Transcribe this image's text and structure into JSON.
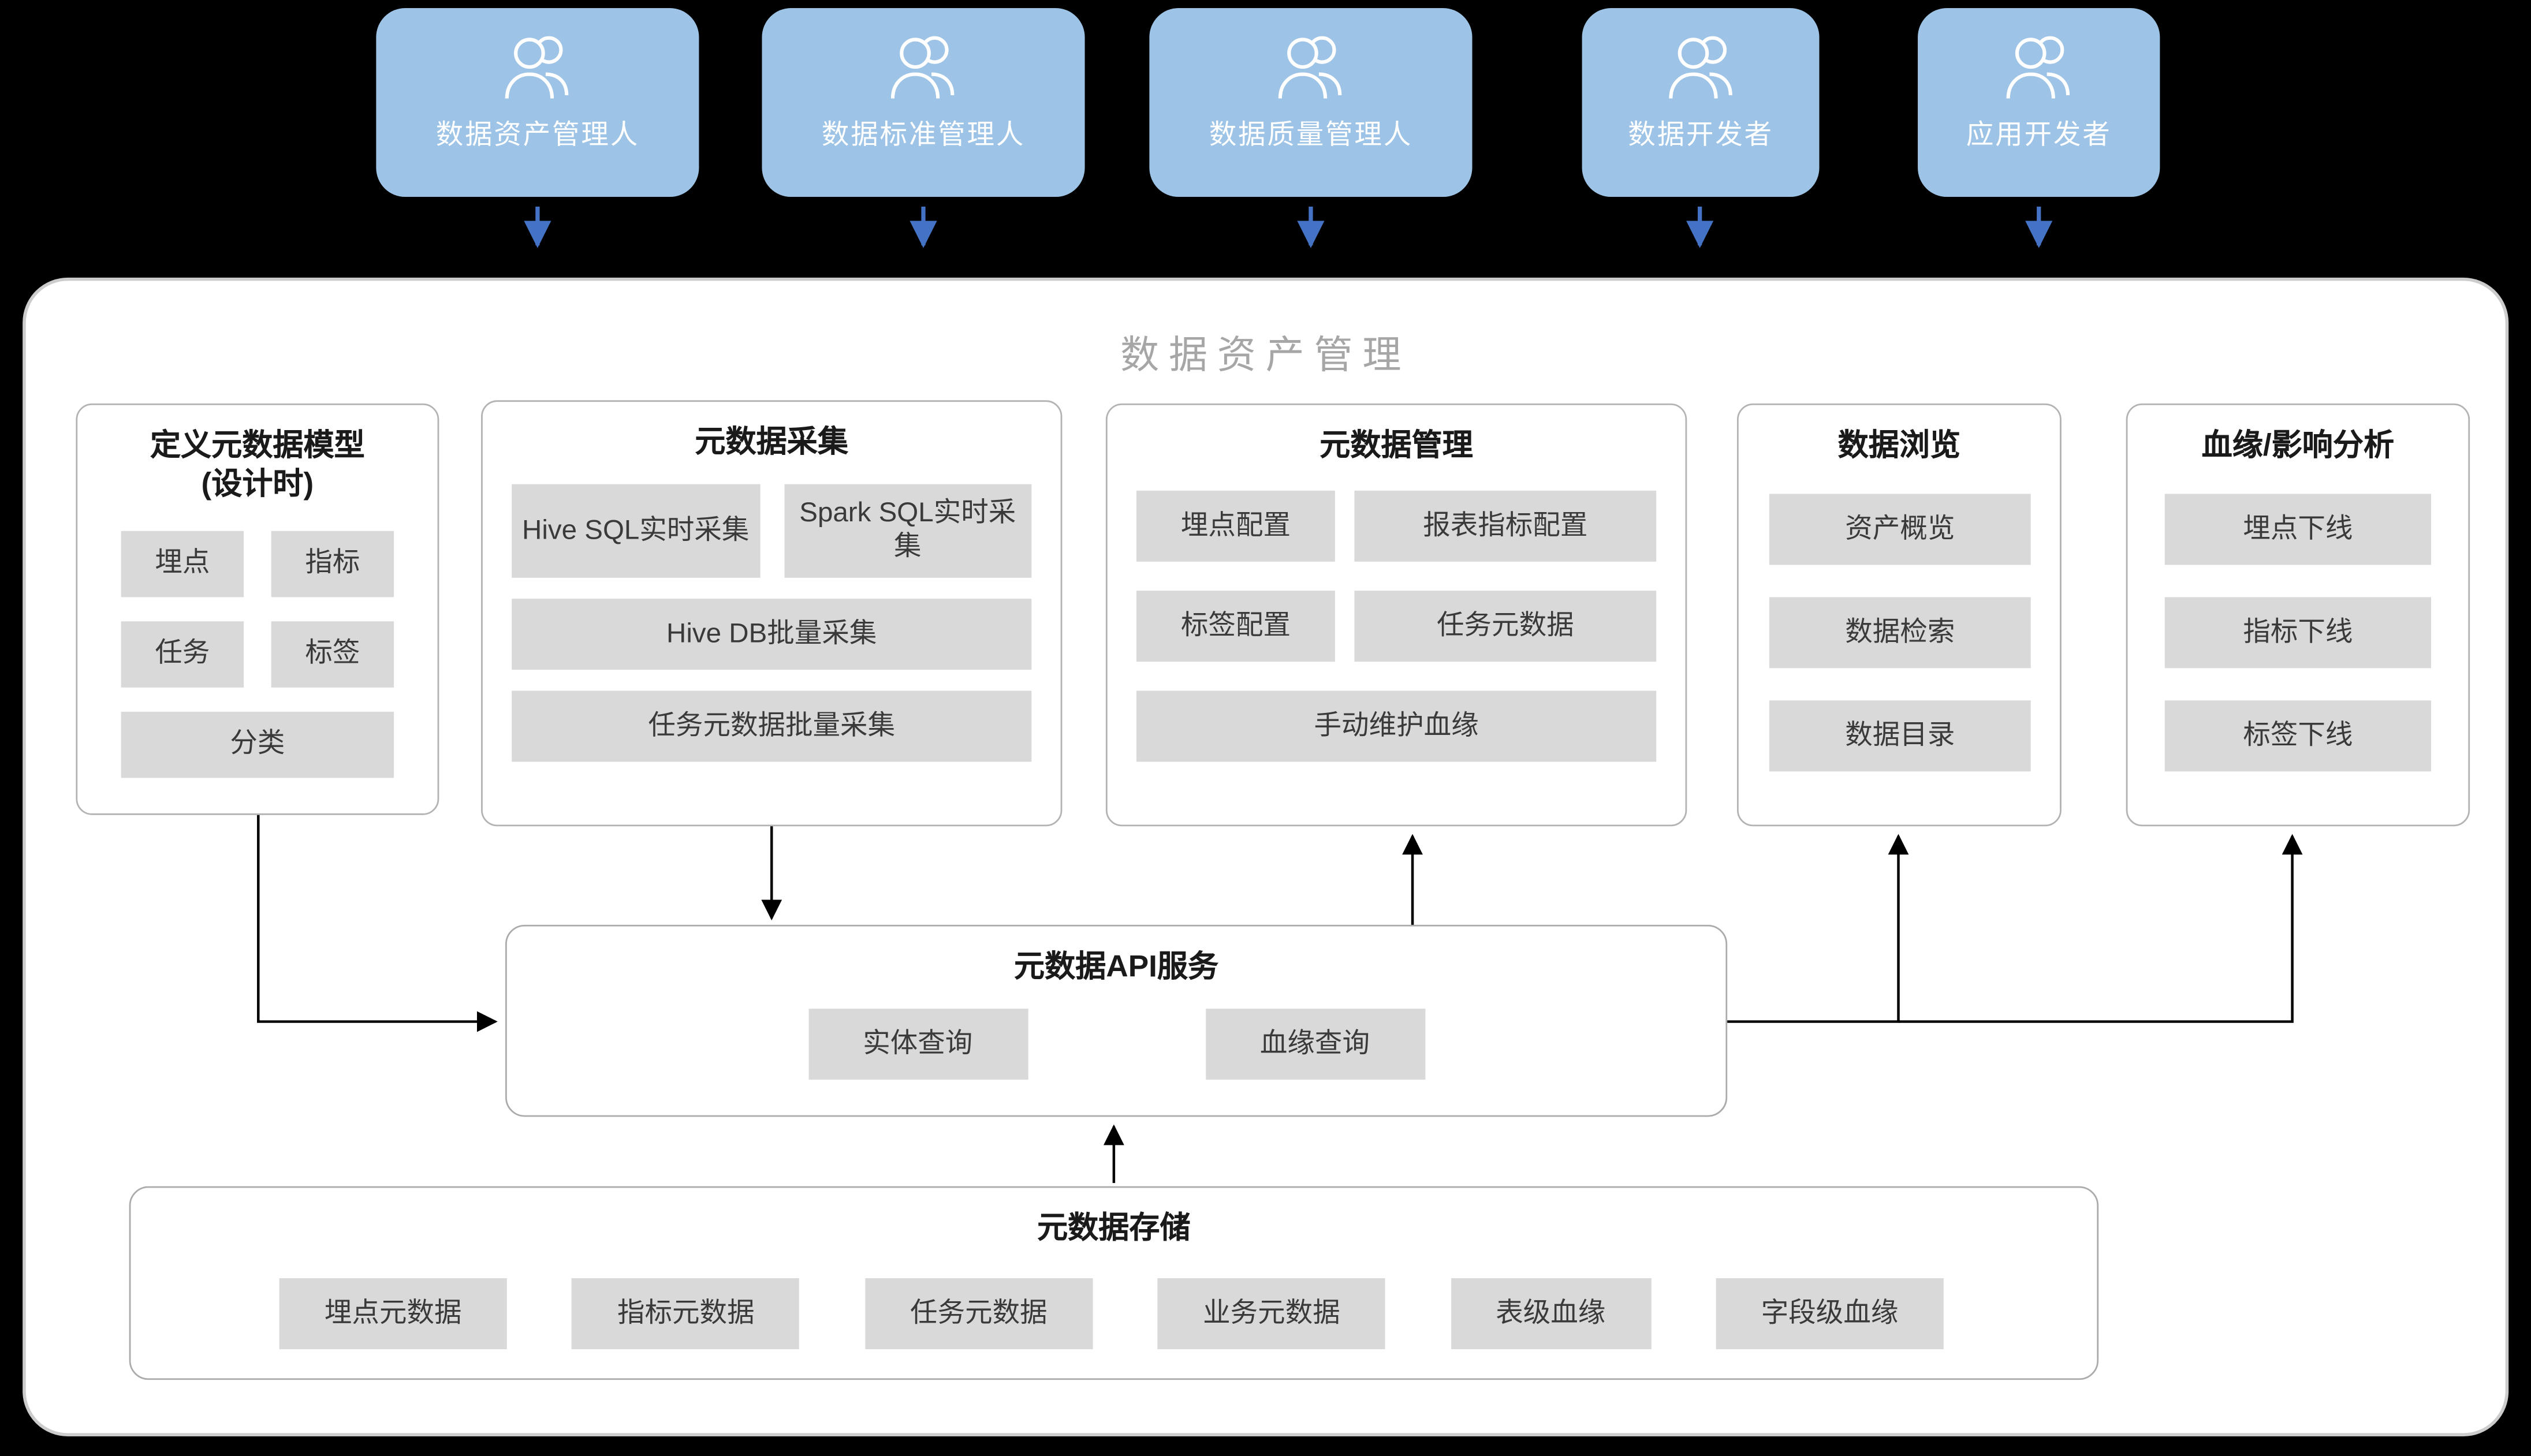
{
  "colors": {
    "role_box": "#9dc3e6",
    "role_text": "#ffffff",
    "chip_bg": "#d9d9d9",
    "chip_text": "#3a3a3a",
    "panel_title_text": "#a6a6a6",
    "arrow_blue": "#4472c4",
    "arrow_black": "#000000",
    "background": "#000000"
  },
  "roles": [
    {
      "label": "数据资产管理人"
    },
    {
      "label": "数据标准管理人"
    },
    {
      "label": "数据质量管理人"
    },
    {
      "label": "数据开发者"
    },
    {
      "label": "应用开发者"
    }
  ],
  "panel": {
    "title": "数据资产管理"
  },
  "columns": [
    {
      "title": "定义元数据模型",
      "subtitle": "(设计时)",
      "chips": [
        "埋点",
        "指标",
        "任务",
        "标签",
        "分类"
      ]
    },
    {
      "title": "元数据采集",
      "chips": [
        "Hive SQL实时采集",
        "Spark SQL实时采集",
        "Hive DB批量采集",
        "任务元数据批量采集"
      ]
    },
    {
      "title": "元数据管理",
      "chips": [
        "埋点配置",
        "报表指标配置",
        "标签配置",
        "任务元数据",
        "手动维护血缘"
      ]
    },
    {
      "title": "数据浏览",
      "chips": [
        "资产概览",
        "数据检索",
        "数据目录"
      ]
    },
    {
      "title": "血缘/影响分析",
      "chips": [
        "埋点下线",
        "指标下线",
        "标签下线"
      ]
    }
  ],
  "api": {
    "title": "元数据API服务",
    "chips": [
      "实体查询",
      "血缘查询"
    ]
  },
  "storage": {
    "title": "元数据存储",
    "chips": [
      "埋点元数据",
      "指标元数据",
      "任务元数据",
      "业务元数据",
      "表级血缘",
      "字段级血缘"
    ]
  }
}
